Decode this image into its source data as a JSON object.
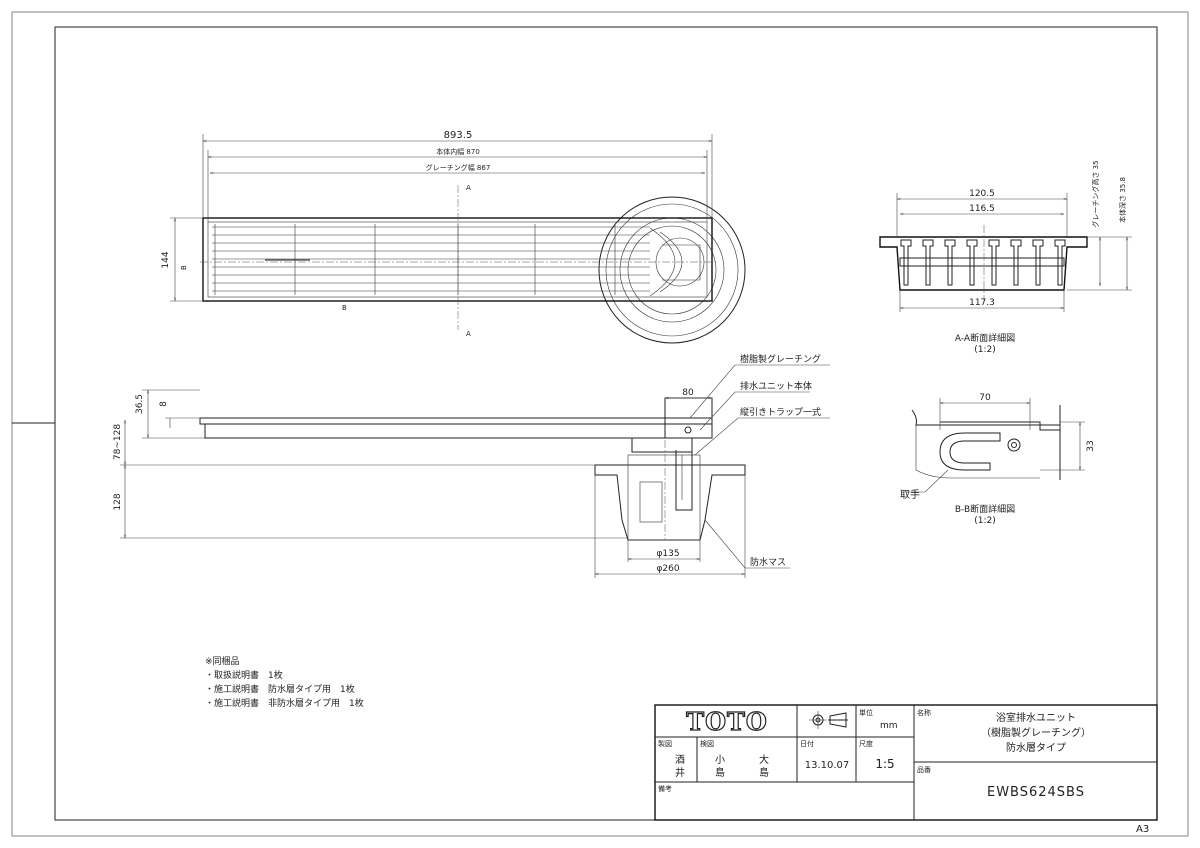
{
  "sheet_size": "A3",
  "plan_view": {
    "dim_overall": "893.5",
    "dim_body_inner_width": "本体内幅 870",
    "dim_grating_width": "グレーチング幅 867",
    "dim_height": "144",
    "section_a_label": "A",
    "section_b_label": "B"
  },
  "side_view": {
    "dim_total_height": "36.5",
    "dim_grating_thickness": "8",
    "dim_adjust_range": "78~128",
    "dim_trap_depth": "128",
    "dim_80": "80",
    "dim_phi135": "φ135",
    "dim_phi260": "φ260",
    "callouts": [
      "樹脂製グレーチング",
      "排水ユニット本体",
      "縦引きトラップ一式",
      "防水マス"
    ]
  },
  "section_aa": {
    "dim_top": "120.5",
    "dim_inner": "116.5",
    "dim_bottom": "117.3",
    "dim_grating_height": "グレーチング高さ 35",
    "dim_body_depth": "本体深さ 35.8",
    "caption": "A-A断面詳細図",
    "scale": "(1:2)"
  },
  "section_bb": {
    "dim_width": "70",
    "dim_height": "33",
    "handle_label": "取手",
    "caption": "B-B断面詳細図",
    "scale": "(1:2)"
  },
  "notes": {
    "title": "※同梱品",
    "items": [
      "・取扱説明書　1枚",
      "・施工説明書　防水層タイプ用　1枚",
      "・施工説明書　非防水層タイプ用　1枚"
    ]
  },
  "title_block": {
    "logo": "TOTO",
    "unit_label": "単位",
    "unit_value": "mm",
    "name_label": "名称",
    "name_lines": [
      "浴室排水ユニット",
      "（樹脂製グレーチング）",
      "防水層タイプ"
    ],
    "drawn_label": "製図",
    "drawn_value": [
      "酒",
      "井"
    ],
    "checked_label": "検図",
    "checked_values": [
      "小",
      "島",
      "大",
      "島"
    ],
    "date_label": "日付",
    "date_value": "13.10.07",
    "scale_label": "尺度",
    "scale_value": "1:5",
    "part_no_label": "品番",
    "part_no_value": "EWBS624SBS",
    "remarks_label": "備考"
  }
}
